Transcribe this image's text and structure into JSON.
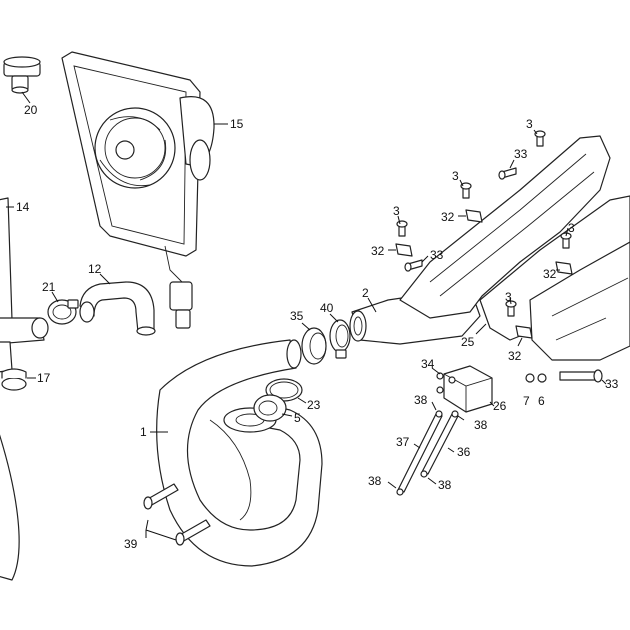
{
  "callouts": [
    {
      "id": "c20",
      "text": "20"
    },
    {
      "id": "c15",
      "text": "15"
    },
    {
      "id": "c14",
      "text": "14"
    },
    {
      "id": "c12",
      "text": "12"
    },
    {
      "id": "c21",
      "text": "21"
    },
    {
      "id": "c17",
      "text": "17"
    },
    {
      "id": "c35",
      "text": "35"
    },
    {
      "id": "c40",
      "text": "40"
    },
    {
      "id": "c2",
      "text": "2"
    },
    {
      "id": "c23",
      "text": "23"
    },
    {
      "id": "c5",
      "text": "5"
    },
    {
      "id": "c1",
      "text": "1"
    },
    {
      "id": "c39",
      "text": "39"
    },
    {
      "id": "c3a",
      "text": "3"
    },
    {
      "id": "c33a",
      "text": "33"
    },
    {
      "id": "c3b",
      "text": "3"
    },
    {
      "id": "c32a",
      "text": "32"
    },
    {
      "id": "c3c",
      "text": "3"
    },
    {
      "id": "c32b",
      "text": "32"
    },
    {
      "id": "c33b",
      "text": "33"
    },
    {
      "id": "c3d",
      "text": "3"
    },
    {
      "id": "c32c",
      "text": "32"
    },
    {
      "id": "c3e",
      "text": "3"
    },
    {
      "id": "c32d",
      "text": "32"
    },
    {
      "id": "c25",
      "text": "25"
    },
    {
      "id": "c34",
      "text": "34"
    },
    {
      "id": "c26",
      "text": "26"
    },
    {
      "id": "c38a",
      "text": "38"
    },
    {
      "id": "c38b",
      "text": "38"
    },
    {
      "id": "c37",
      "text": "37"
    },
    {
      "id": "c36",
      "text": "36"
    },
    {
      "id": "c38c",
      "text": "38"
    },
    {
      "id": "c38d",
      "text": "38"
    },
    {
      "id": "c7",
      "text": "7"
    },
    {
      "id": "c6",
      "text": "6"
    },
    {
      "id": "c33c",
      "text": "33"
    }
  ]
}
